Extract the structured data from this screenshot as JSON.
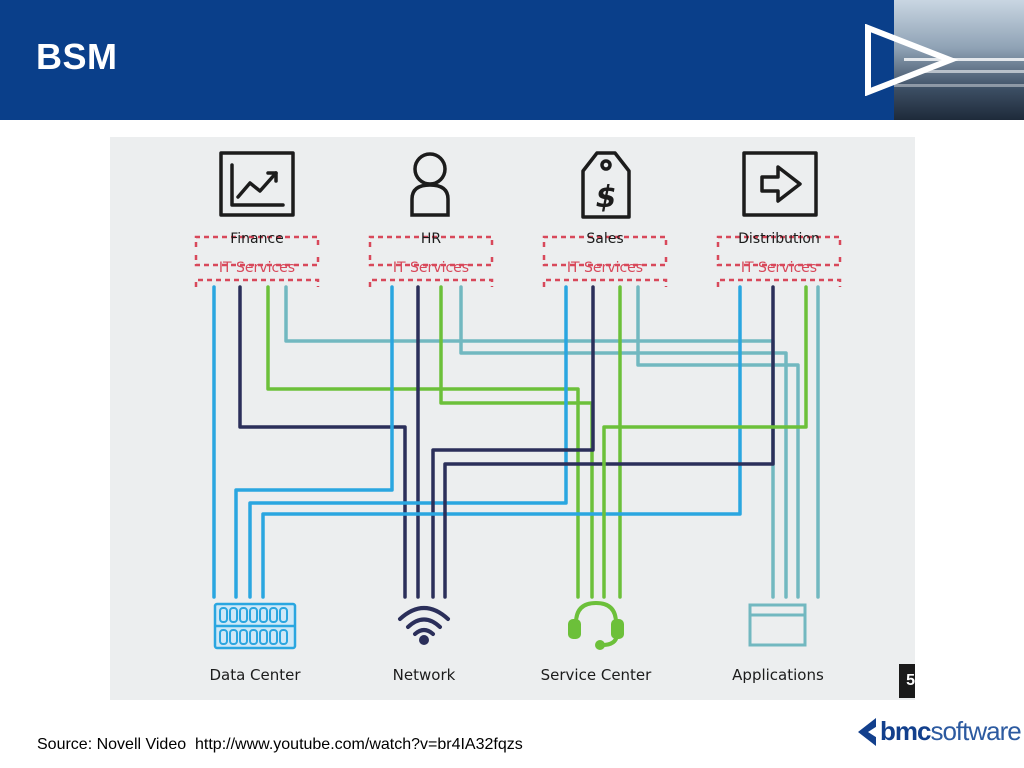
{
  "slide": {
    "title": "BSM"
  },
  "business_units": [
    {
      "label": "Finance",
      "services_label": "IT Services",
      "icon": "chart-icon"
    },
    {
      "label": "HR",
      "services_label": "IT Services",
      "icon": "person-icon"
    },
    {
      "label": "Sales",
      "services_label": "IT Services",
      "icon": "price-tag-icon"
    },
    {
      "label": "Distribution",
      "services_label": "IT Services",
      "icon": "arrow-box-icon"
    }
  ],
  "infrastructure": [
    {
      "label": "Data Center",
      "icon": "server-rack-icon"
    },
    {
      "label": "Network",
      "icon": "wifi-icon"
    },
    {
      "label": "Service Center",
      "icon": "headset-icon"
    },
    {
      "label": "Applications",
      "icon": "window-icon"
    }
  ],
  "video_badge": "5",
  "footer": {
    "source": "Source: Novell Video  http://www.youtube.com/watch?v=br4IA32fqzs",
    "logo_bold": "bmc",
    "logo_light": "software"
  },
  "colors": {
    "header": "#0a3f8a",
    "light_blue": "#2aa6e0",
    "navy": "#2b2f5a",
    "green": "#6cc03a",
    "teal": "#72b8c0",
    "dashed_red": "#d8485a",
    "ink": "#1c1c1c"
  }
}
